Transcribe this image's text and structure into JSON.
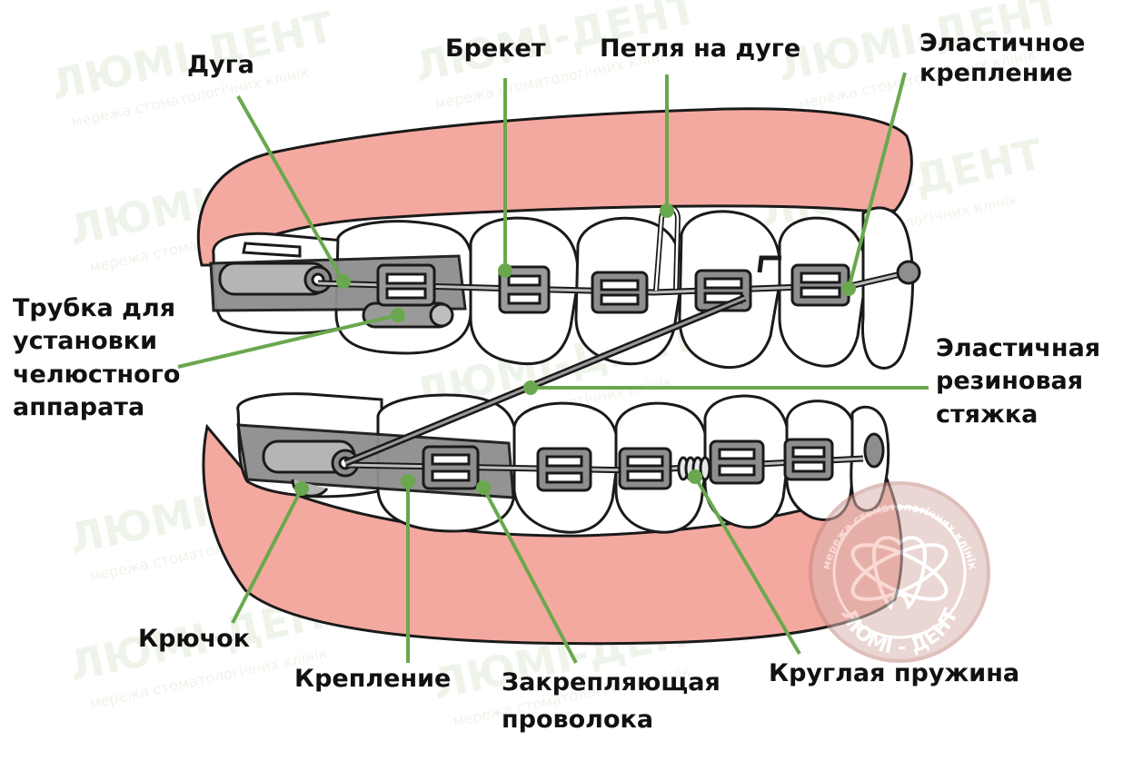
{
  "diagram": {
    "labels": {
      "duga": {
        "lines": [
          "Дуга"
        ]
      },
      "breket": {
        "lines": [
          "Брекет"
        ]
      },
      "petlya": {
        "lines": [
          "Петля на дуге"
        ]
      },
      "elastic_attach": {
        "lines": [
          "Эластичное",
          "крепление"
        ]
      },
      "tube": {
        "lines": [
          "Трубка для",
          "установки",
          "челюстного",
          "аппарата"
        ]
      },
      "elastic_tie": {
        "lines": [
          "Эластичная",
          "резиновая",
          "стяжка"
        ]
      },
      "hook": {
        "lines": [
          "Крючок"
        ]
      },
      "attach": {
        "lines": [
          "Крепление"
        ]
      },
      "lock_wire": {
        "lines": [
          "Закрепляющая",
          "проволока"
        ]
      },
      "spring": {
        "lines": [
          "Круглая пружина"
        ]
      }
    },
    "watermark": {
      "brand": "ЛЮМІ-ДЕНТ",
      "tagline": "мережа стоматологічних клінік"
    },
    "stamp": {
      "brand": "ЛЮМІ - ДЕНТ",
      "tagline": "мережа стоматологічних клінік"
    },
    "colors": {
      "gum": "#f4a9a0",
      "leader": "#6aa84f",
      "metal": "#8e8e8e",
      "outline": "#1a1a1a",
      "tooth": "#ffffff"
    }
  }
}
